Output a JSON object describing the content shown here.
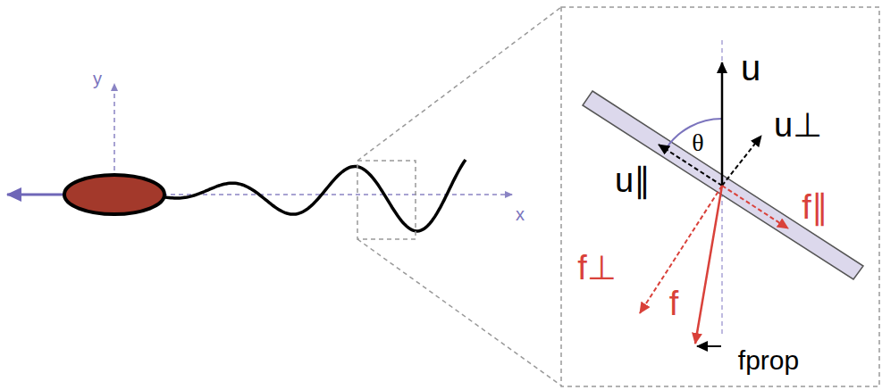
{
  "diagram": {
    "labels": [
      "y",
      "x",
      "u",
      "θ",
      "u⊥",
      "u∥",
      "f∥",
      "f⊥",
      "f",
      "fprop"
    ]
  }
}
